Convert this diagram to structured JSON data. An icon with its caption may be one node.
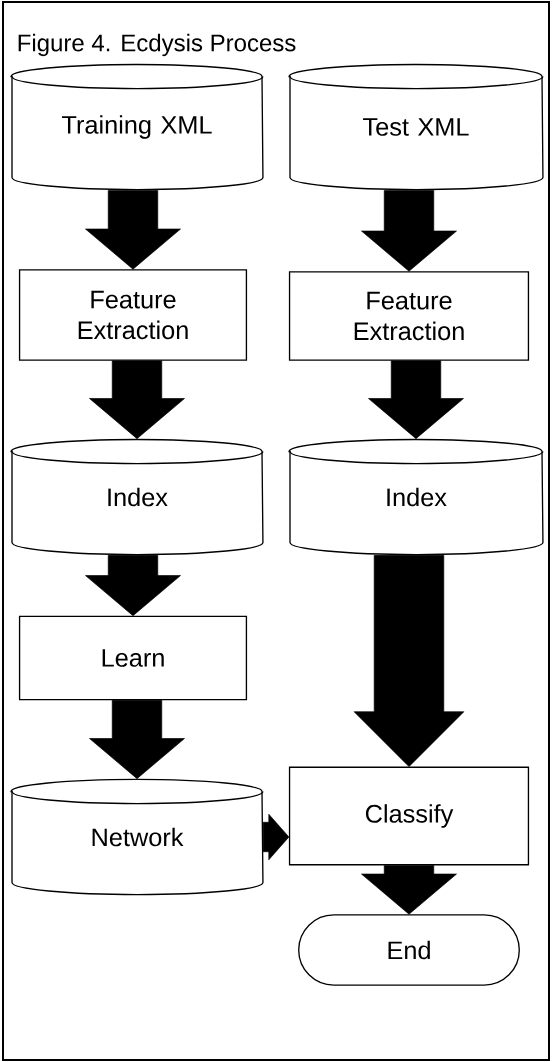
{
  "diagram": {
    "title": "Figure 4.  Ecdysis Process",
    "nodes": [
      {
        "text": [
          "Training XML"
        ]
      },
      {
        "text": [
          "Test XML"
        ]
      },
      {
        "text": [
          "Feature Extraction"
        ]
      },
      {
        "text": [
          "Feature Extraction"
        ]
      },
      {
        "text": [
          "Index"
        ]
      },
      {
        "text": [
          "Index"
        ]
      },
      {
        "text": [
          "Learn"
        ]
      },
      {
        "text": [
          "Network"
        ]
      },
      {
        "text": [
          "Classify"
        ]
      },
      {
        "text": [
          "End"
        ]
      }
    ],
    "edges": [
      {
        "from": 0,
        "to": 2,
        "arrow": "to"
      },
      {
        "from": 1,
        "to": 3,
        "arrow": "to"
      },
      {
        "from": 2,
        "to": 4,
        "arrow": "to"
      },
      {
        "from": 3,
        "to": 5,
        "arrow": "to"
      },
      {
        "from": 4,
        "to": 6,
        "arrow": "to"
      },
      {
        "from": 6,
        "to": 7,
        "arrow": "to"
      },
      {
        "from": 5,
        "to": 8,
        "arrow": "to",
        "style": "thick"
      },
      {
        "from": 7,
        "to": 8,
        "arrow": "to"
      },
      {
        "from": 8,
        "to": 9,
        "arrow": "to"
      }
    ]
  }
}
